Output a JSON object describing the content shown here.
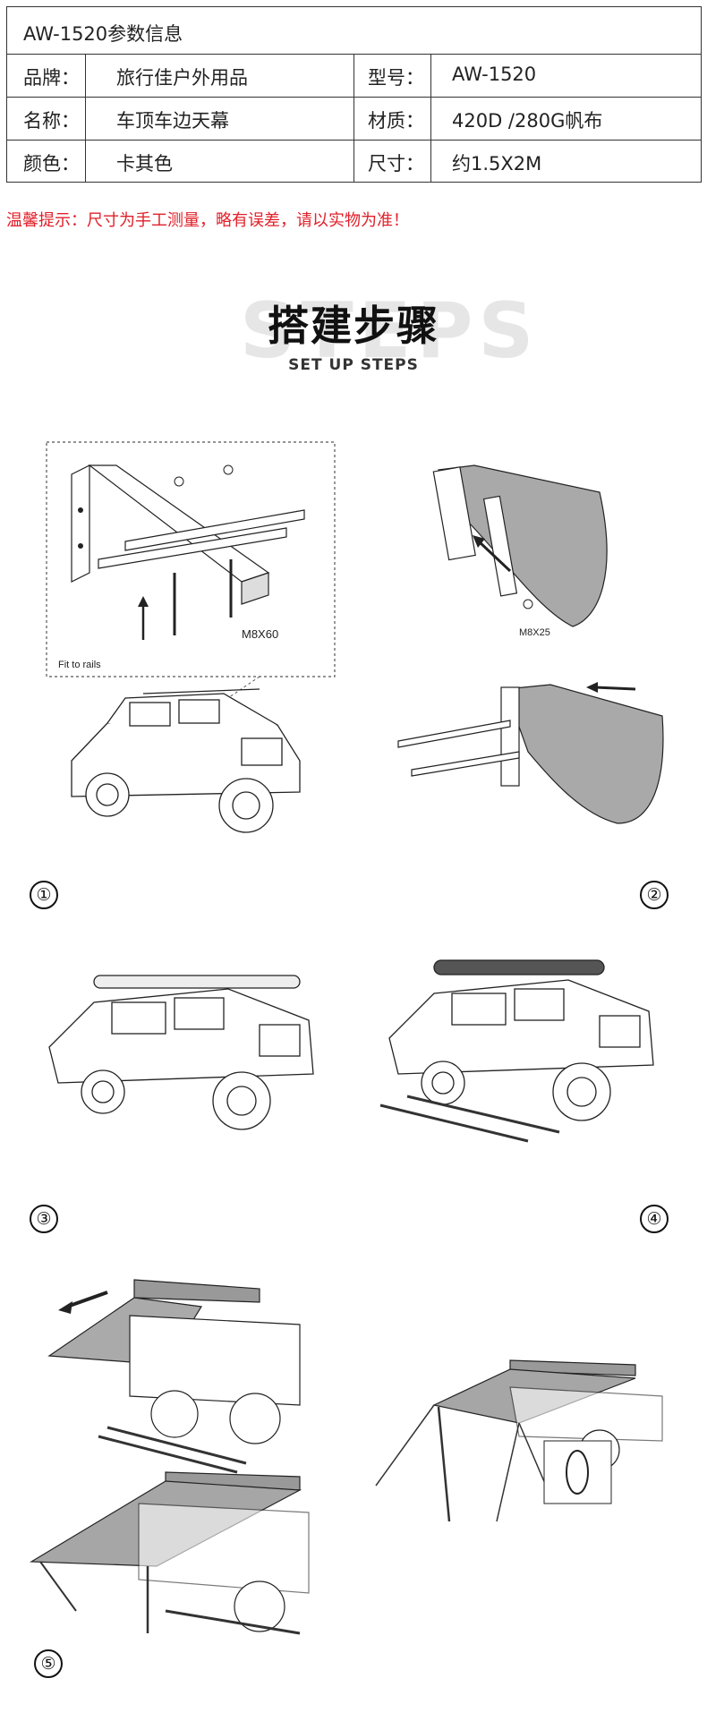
{
  "spec_table": {
    "title": "AW-1520参数信息",
    "rows": [
      {
        "label1": "品牌：",
        "value1": "旅行佳户外用品",
        "label2": "型号：",
        "value2": "AW-1520"
      },
      {
        "label1": "名称：",
        "value1": "车顶车边天幕",
        "label2": "材质：",
        "value2": "420D /280G帆布"
      },
      {
        "label1": "颜色：",
        "value1": "卡其色",
        "label2": "尺寸：",
        "value2": "约1.5X2M"
      }
    ]
  },
  "notice": "温馨提示：尺寸为手工测量，略有误差，请以实物为准！",
  "steps_section": {
    "background_word": "STEPS",
    "heading": "搭建步骤",
    "subheading": "SET UP STEPS"
  },
  "illustration_labels": {
    "bolt_size_1": "M8X60",
    "rails_note": "Fit to rails",
    "bolt_size_2": "M8X25"
  },
  "step_numbers": [
    "①",
    "②",
    "③",
    "④",
    "⑤"
  ],
  "colors": {
    "notice": "#e0202a",
    "border": "#333333",
    "canvas": "#9a9a9a"
  }
}
